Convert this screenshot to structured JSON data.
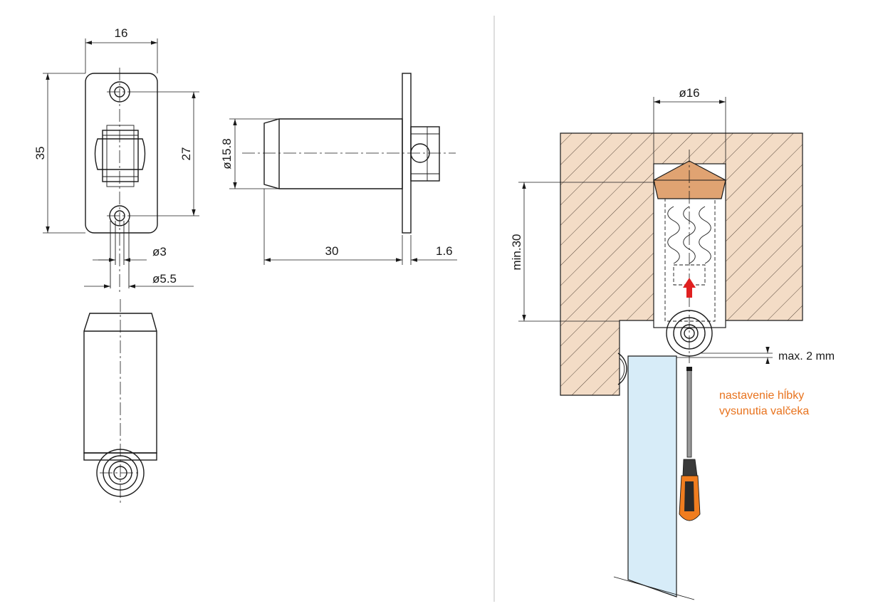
{
  "dimensions": {
    "plate_width": "16",
    "plate_height": "35",
    "hole_spacing": "27",
    "roller_diameter": "ø15.8",
    "body_length": "30",
    "flange_thickness": "1.6",
    "pin_diameter": "ø3",
    "roller_outer_diameter": "ø5.5",
    "bore_diameter": "ø16",
    "min_depth": "min.30",
    "max_gap": "max. 2 mm"
  },
  "annotation": {
    "line1": "nastavenie hĺbky",
    "line2": "vysunutia valčeka"
  },
  "colors": {
    "wood": "#f3dcc6",
    "tip": "#e0a372",
    "glass": "#d7ecf8",
    "accent": "#e8731e",
    "arrow": "#e02020"
  }
}
